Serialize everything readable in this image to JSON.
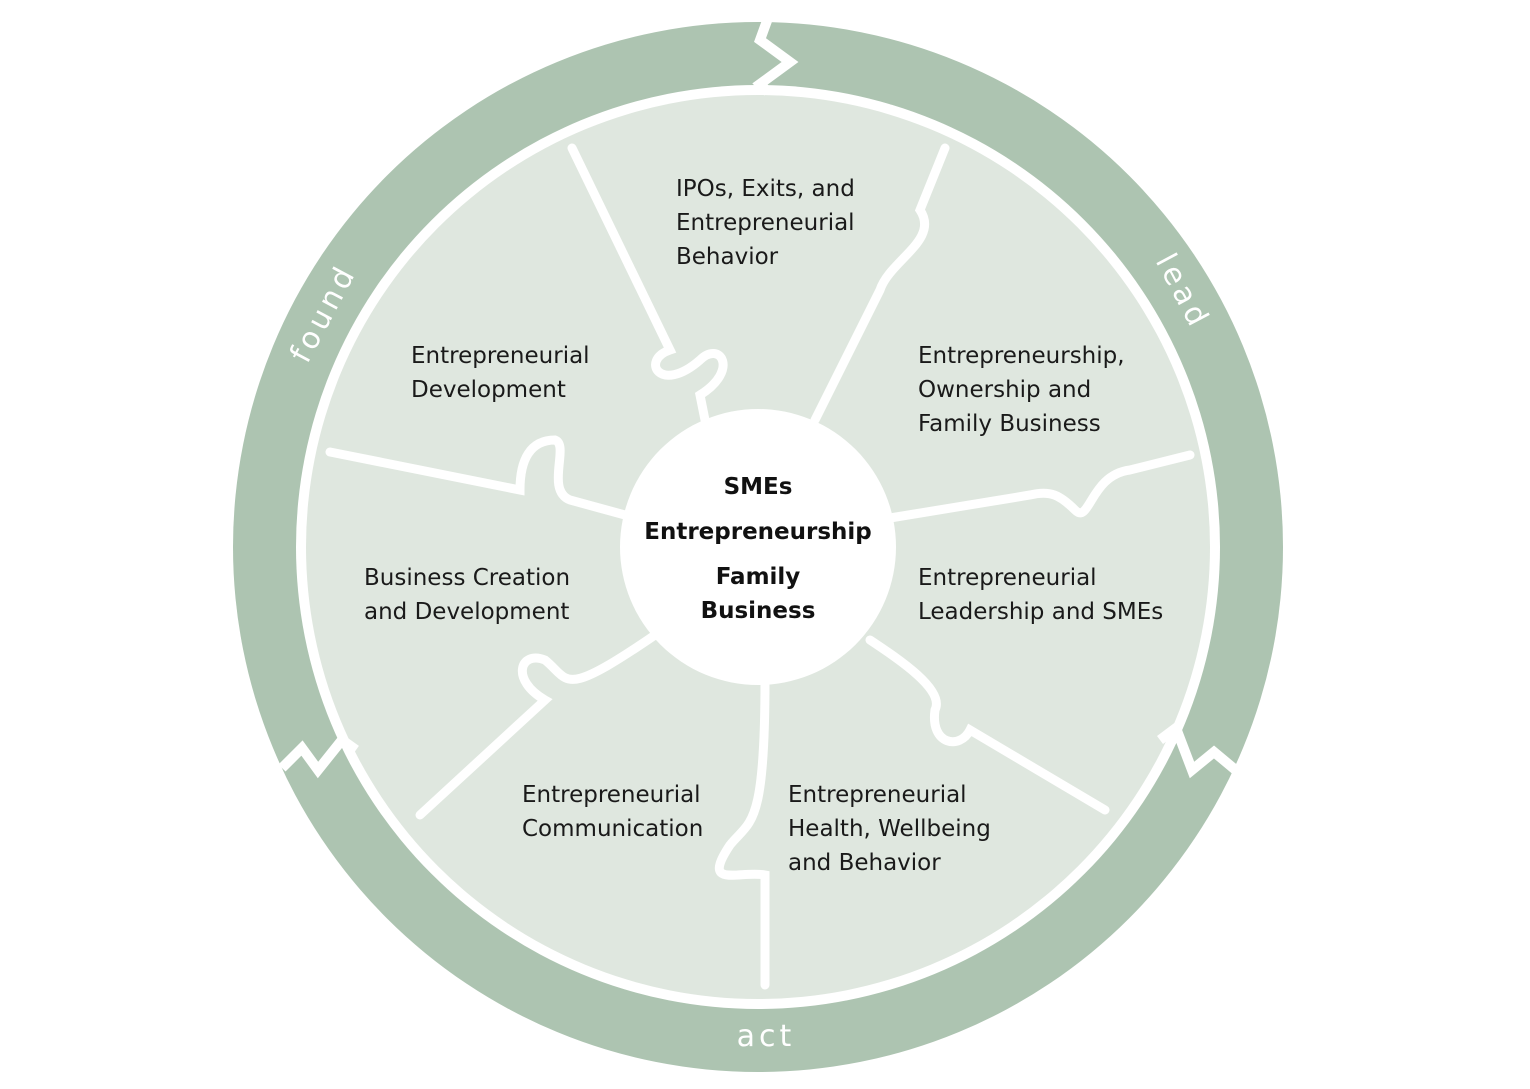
{
  "colors": {
    "ring": "#adc4b1",
    "segment": "#dfe7df",
    "divider": "#ffffff"
  },
  "ring_labels": {
    "found": "found",
    "lead": "lead",
    "act": "act"
  },
  "center": {
    "line1": "SMEs",
    "line2": "Entrepreneurship",
    "line3": "Family",
    "line4": "Business"
  },
  "segments": {
    "ipos": [
      "IPOs, Exits, and",
      "Entrepreneurial",
      "Behavior"
    ],
    "ownership": [
      "Entrepreneurship,",
      "Ownership and",
      "Family Business"
    ],
    "leadership": [
      "Entrepreneurial",
      "Leadership and SMEs"
    ],
    "health": [
      "Entrepreneurial",
      "Health, Wellbeing",
      "and Behavior"
    ],
    "communication": [
      "Entrepreneurial",
      "Communication"
    ],
    "creation": [
      "Business Creation",
      "and Development"
    ],
    "development": [
      "Entrepreneurial",
      "Development"
    ]
  }
}
